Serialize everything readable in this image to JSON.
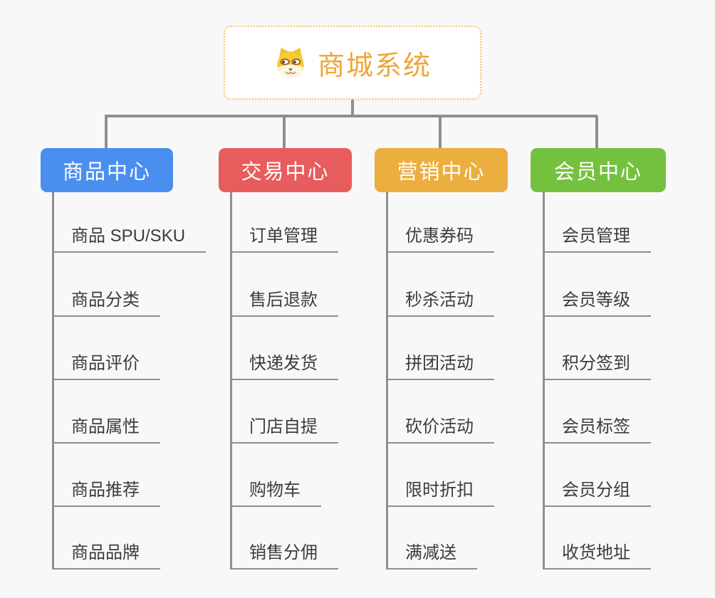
{
  "root": {
    "title": "商城系统",
    "title_color": "#f0a53a",
    "border_color": "#f4c36e",
    "icon": "shiba-dog-icon"
  },
  "colors": {
    "connector": "#8f8f8f",
    "item-text": "#3c3c3c",
    "page-bg": "#f8f8f8"
  },
  "columns": [
    {
      "title": "商品中心",
      "color": "#4a8ff0",
      "items": [
        "商品 SPU/SKU",
        "商品分类",
        "商品评价",
        "商品属性",
        "商品推荐",
        "商品品牌"
      ]
    },
    {
      "title": "交易中心",
      "color": "#e75c5c",
      "items": [
        "订单管理",
        "售后退款",
        "快递发货",
        "门店自提",
        "购物车",
        "销售分佣"
      ]
    },
    {
      "title": "营销中心",
      "color": "#ecae3e",
      "items": [
        "优惠券码",
        "秒杀活动",
        "拼团活动",
        "砍价活动",
        "限时折扣",
        "满减送"
      ]
    },
    {
      "title": "会员中心",
      "color": "#74c13f",
      "items": [
        "会员管理",
        "会员等级",
        "积分签到",
        "会员标签",
        "会员分组",
        "收货地址"
      ]
    }
  ]
}
